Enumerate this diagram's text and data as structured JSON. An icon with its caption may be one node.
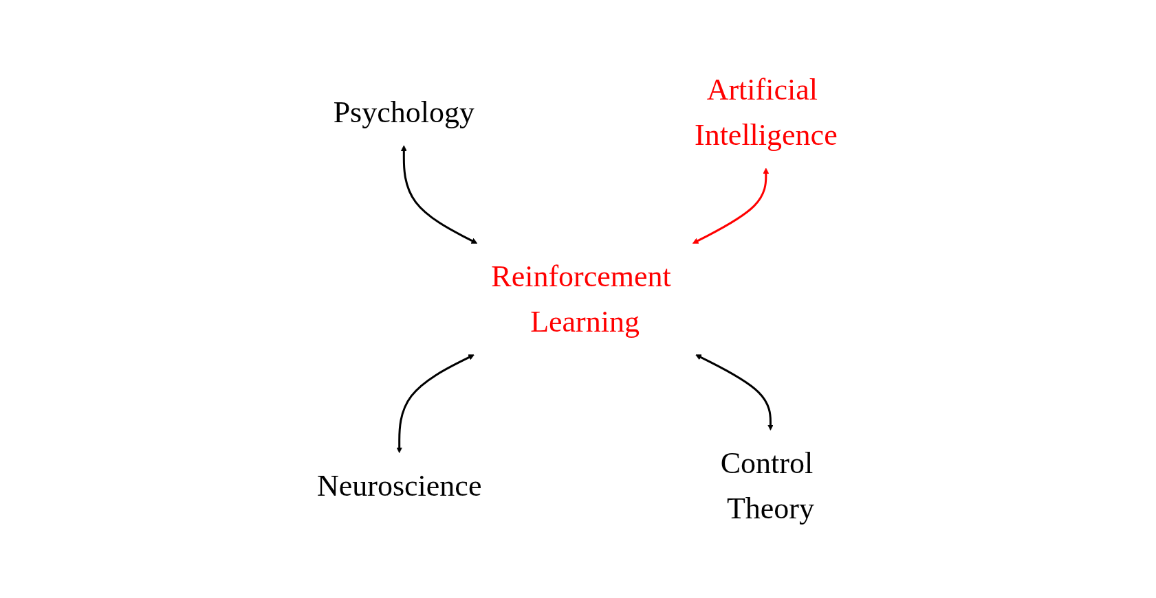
{
  "diagram": {
    "nodes": [
      {
        "text": [
          "Psychology"
        ]
      },
      {
        "text": [
          "Artificial Intelligence"
        ]
      },
      {
        "text": [
          "Reinforcement Learning"
        ]
      },
      {
        "text": [
          "Neuroscience"
        ]
      },
      {
        "text": [
          "Control Theory"
        ]
      }
    ],
    "edges": [
      {
        "from": 0,
        "to": 2,
        "arrow": "both"
      },
      {
        "from": 1,
        "to": 2,
        "arrow": "both",
        "color": "#ff0000"
      },
      {
        "from": 2,
        "to": 3,
        "arrow": "both"
      },
      {
        "from": 2,
        "to": 4,
        "arrow": "both"
      }
    ]
  }
}
